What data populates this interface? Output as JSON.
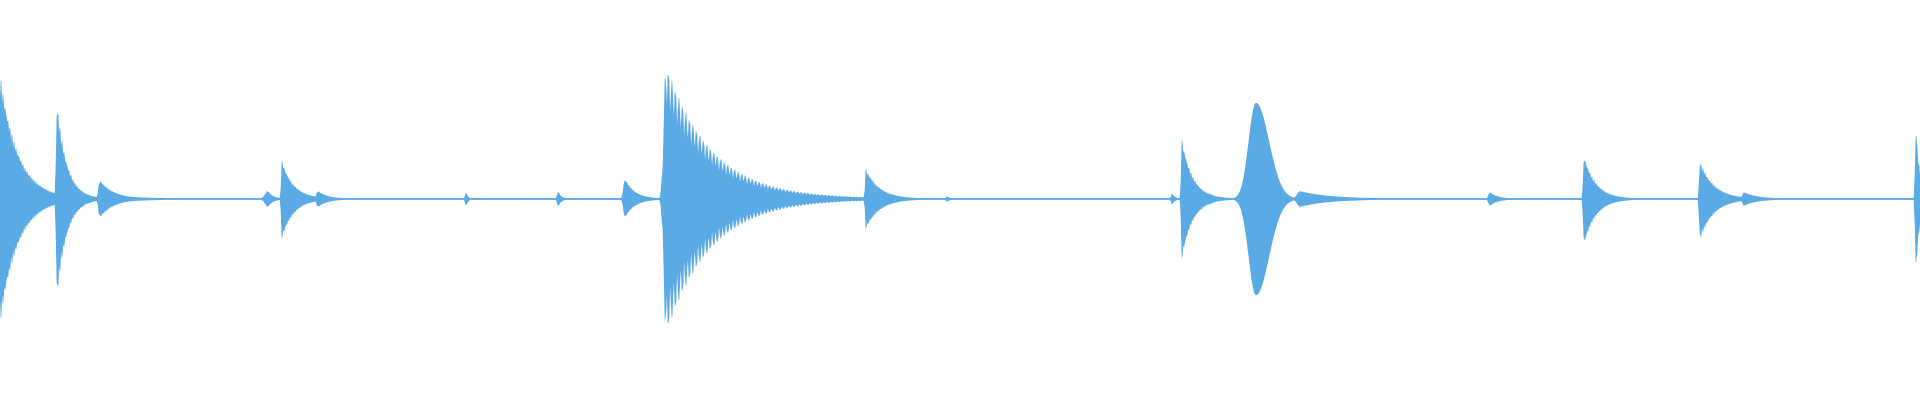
{
  "waveform": {
    "color": "#5aaae6",
    "background": "#ffffff",
    "duration_units": 1920,
    "amplitude_scale": 1.0,
    "noise_floor": 0.004,
    "events": [
      {
        "t": 0,
        "up": 0.93,
        "down": 0.93,
        "decay": 18,
        "rise": 0,
        "type": "sharp"
      },
      {
        "t": 57,
        "up": 0.71,
        "down": 0.72,
        "decay": 10,
        "rise": 1,
        "type": "sharp"
      },
      {
        "t": 67,
        "up": 0.06,
        "down": 0.06,
        "decay": 12,
        "rise": 2,
        "type": "sharp"
      },
      {
        "t": 100,
        "up": 0.14,
        "down": 0.14,
        "decay": 14,
        "rise": 2,
        "type": "sharp"
      },
      {
        "t": 110,
        "up": 0.03,
        "down": 0.03,
        "decay": 30,
        "rise": 2,
        "type": "sharp"
      },
      {
        "t": 268,
        "up": 0.06,
        "down": 0.06,
        "decay": 5,
        "rise": 4,
        "type": "blip"
      },
      {
        "t": 282,
        "up": 0.28,
        "down": 0.29,
        "decay": 12,
        "rise": 1,
        "type": "sharp"
      },
      {
        "t": 318,
        "up": 0.06,
        "down": 0.06,
        "decay": 10,
        "rise": 2,
        "type": "sharp"
      },
      {
        "t": 466,
        "up": 0.05,
        "down": 0.05,
        "decay": 2,
        "rise": 1,
        "type": "blip"
      },
      {
        "t": 558,
        "up": 0.06,
        "down": 0.06,
        "decay": 3,
        "rise": 1,
        "type": "blip"
      },
      {
        "t": 625,
        "up": 0.15,
        "down": 0.14,
        "decay": 10,
        "rise": 2,
        "type": "sharp"
      },
      {
        "t": 666,
        "up": 1.0,
        "down": 1.0,
        "decay": 45,
        "rise": 3,
        "type": "ring"
      },
      {
        "t": 866,
        "up": 0.22,
        "down": 0.22,
        "decay": 14,
        "rise": 1,
        "type": "sharp"
      },
      {
        "t": 947,
        "up": 0.02,
        "down": 0.02,
        "decay": 3,
        "rise": 1,
        "type": "blip"
      },
      {
        "t": 1172,
        "up": 0.04,
        "down": 0.04,
        "decay": 3,
        "rise": 1,
        "type": "blip"
      },
      {
        "t": 1182,
        "up": 0.44,
        "down": 0.44,
        "decay": 11,
        "rise": 1,
        "type": "sharp"
      },
      {
        "t": 1210,
        "up": 0.04,
        "down": 0.04,
        "decay": 8,
        "rise": 2,
        "type": "sharp"
      },
      {
        "t": 1256,
        "up": 0.71,
        "down": 0.71,
        "decay": 18,
        "rise": 10,
        "type": "swell"
      },
      {
        "t": 1300,
        "up": 0.06,
        "down": 0.06,
        "decay": 30,
        "rise": 4,
        "type": "sharp"
      },
      {
        "t": 1490,
        "up": 0.05,
        "down": 0.05,
        "decay": 8,
        "rise": 2,
        "type": "sharp"
      },
      {
        "t": 1584,
        "up": 0.32,
        "down": 0.34,
        "decay": 12,
        "rise": 1,
        "type": "sharp"
      },
      {
        "t": 1700,
        "up": 0.28,
        "down": 0.3,
        "decay": 14,
        "rise": 1,
        "type": "sharp"
      },
      {
        "t": 1744,
        "up": 0.05,
        "down": 0.05,
        "decay": 14,
        "rise": 2,
        "type": "sharp"
      },
      {
        "t": 1916,
        "up": 0.52,
        "down": 0.52,
        "decay": 4,
        "rise": 1,
        "type": "sharp"
      }
    ]
  }
}
